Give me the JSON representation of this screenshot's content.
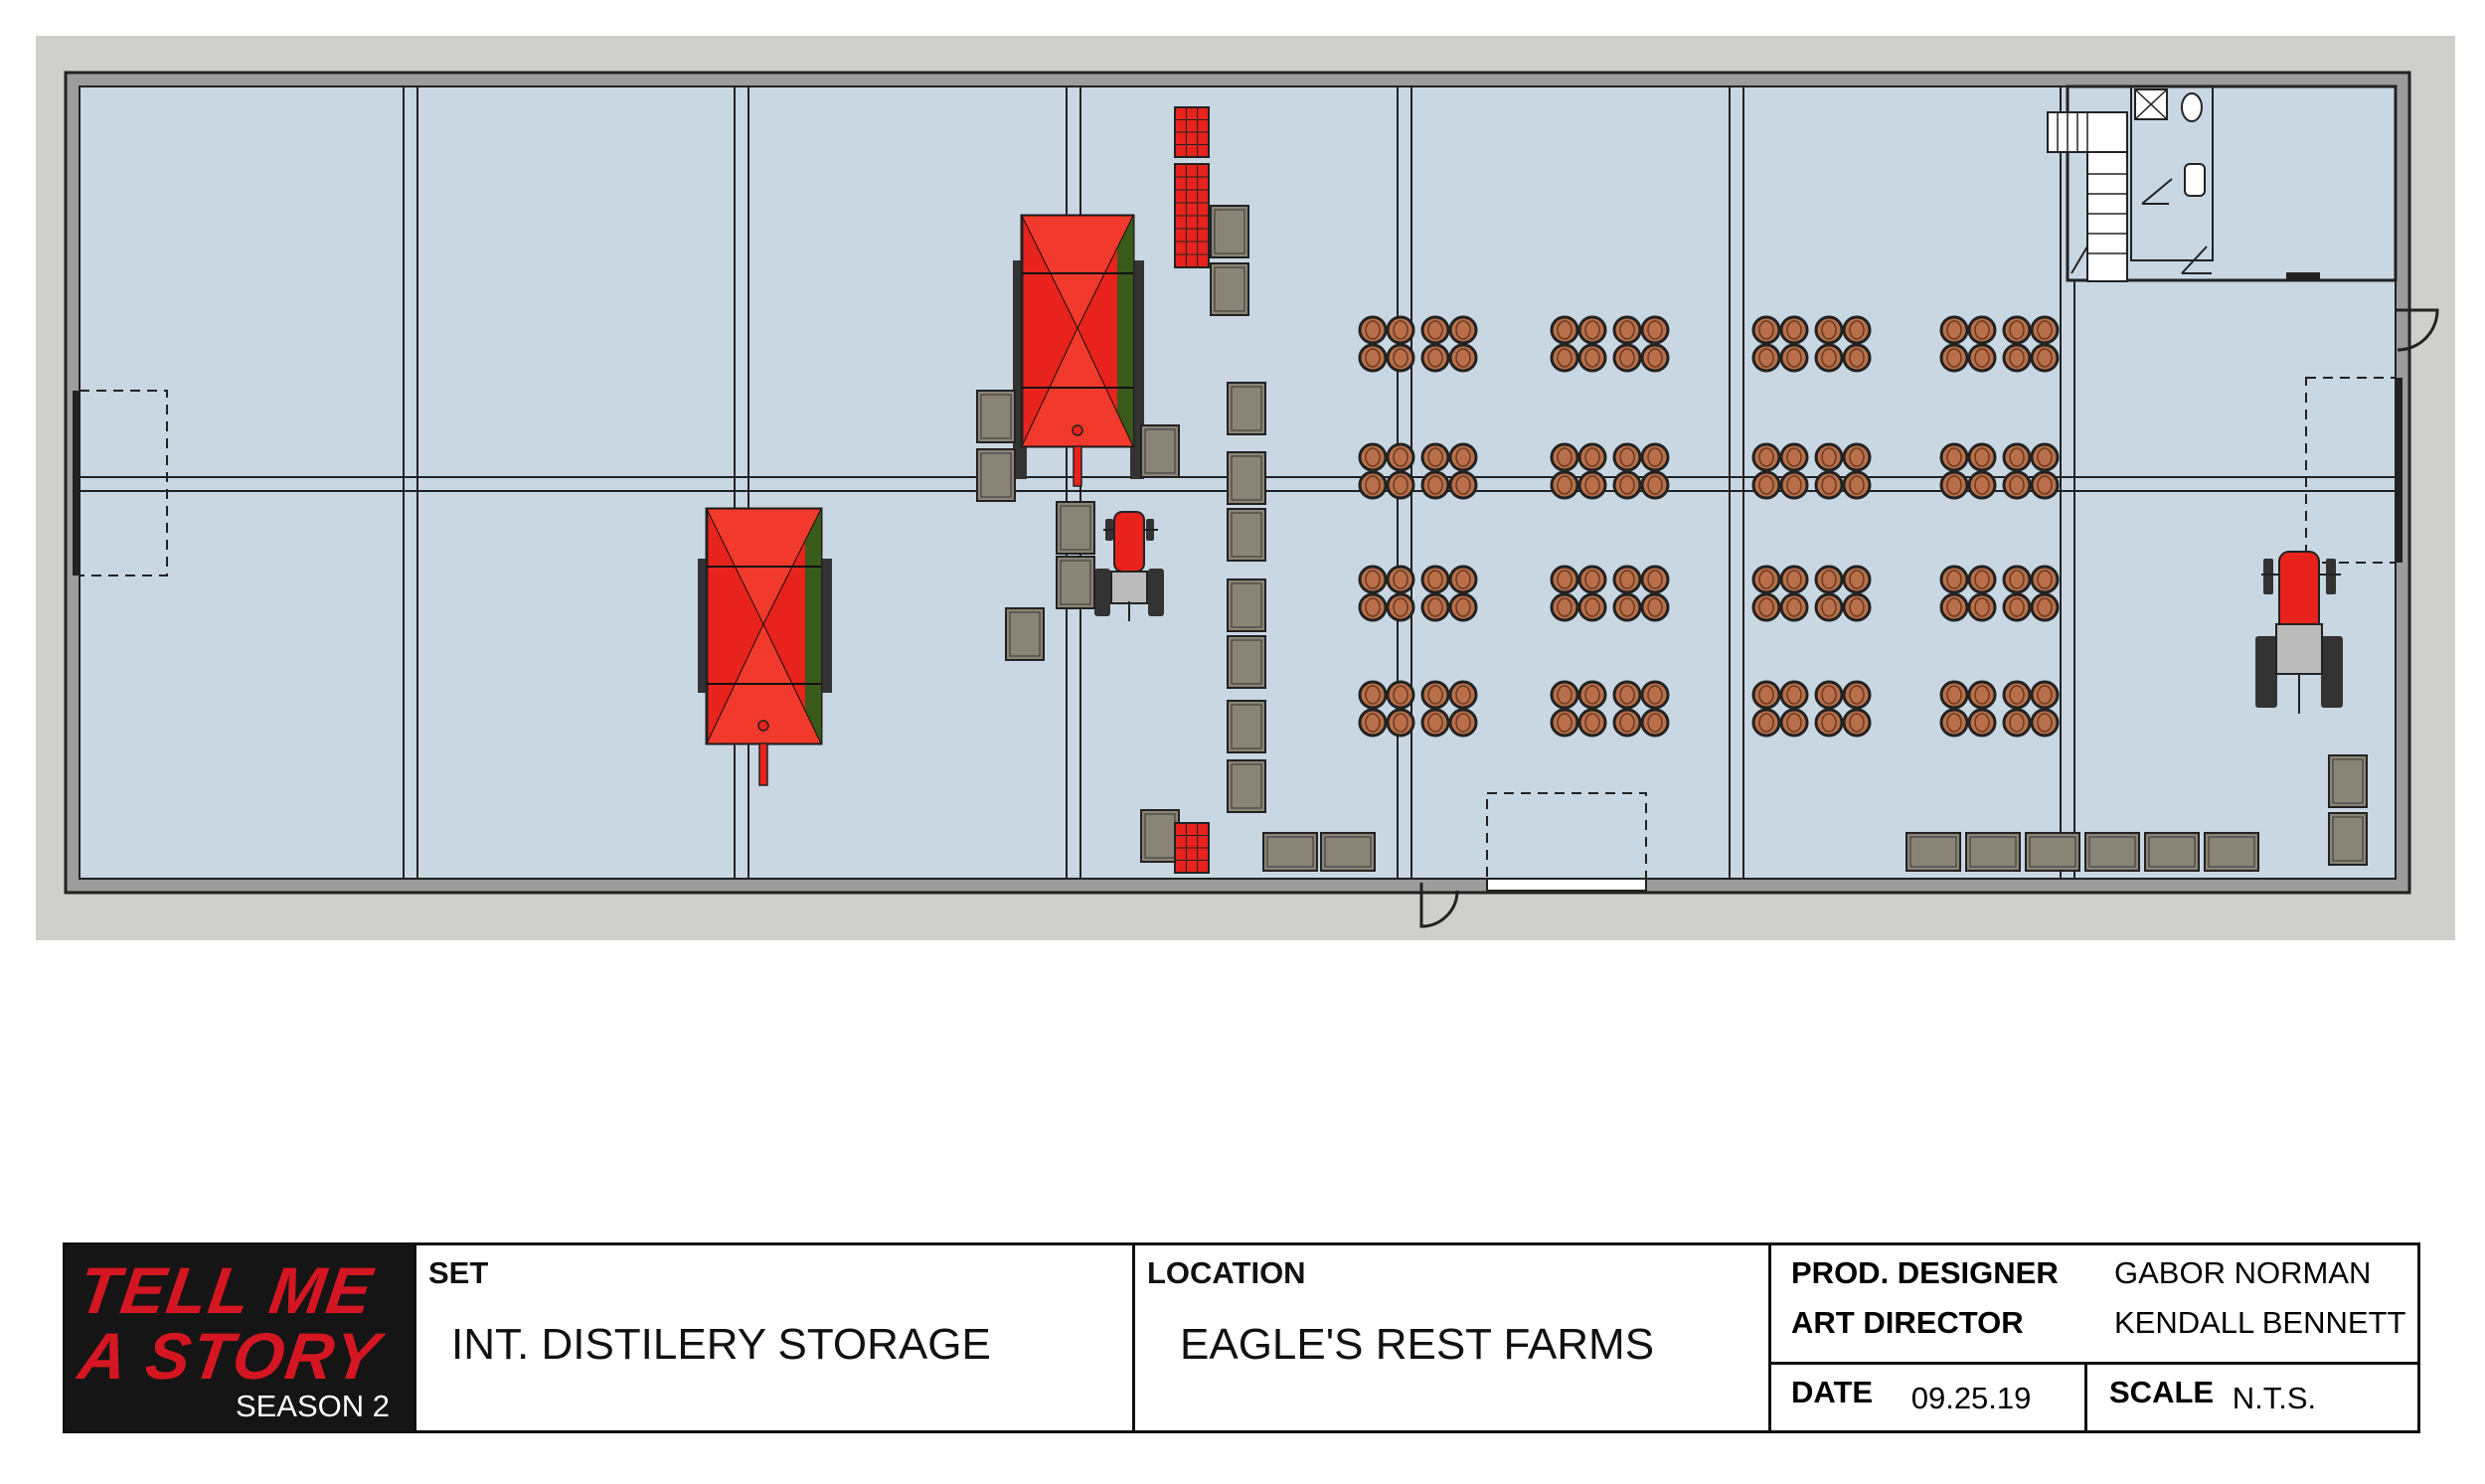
{
  "title_block": {
    "show_title_line1": "TELL ME",
    "show_title_line2": "A STORY",
    "season": "SEASON 2",
    "set_label": "SET",
    "set_value": "INT. DISTILERY STORAGE",
    "location_label": "LOCATION",
    "location_value": "EAGLE'S REST FARMS",
    "prod_designer_label": "PROD. DESIGNER",
    "prod_designer_value": "GABOR NORMAN",
    "art_director_label": "ART DIRECTOR",
    "art_director_value": "KENDALL BENNETT",
    "date_label": "DATE",
    "date_value": "09.25.19",
    "scale_label": "SCALE",
    "scale_value": "N.T.S."
  },
  "colors": {
    "floor": "#c9d7e3",
    "surround": "#cfcfcb",
    "wall": "#9a9a9a",
    "wagon_red": "#e8221c",
    "wagon_green": "#3a5a1a",
    "crate": "#8a8476",
    "barrel": "#b9704a",
    "logo_red": "#d41622"
  }
}
